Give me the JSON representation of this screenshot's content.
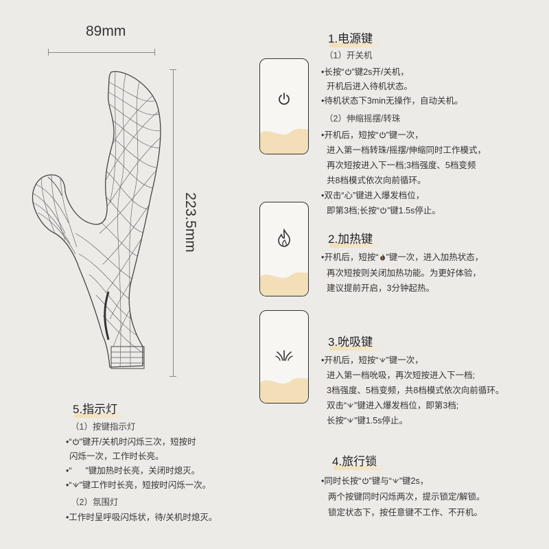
{
  "dimensions": {
    "width": "89mm",
    "height": "223.5mm"
  },
  "sections": {
    "power": {
      "title": "1.电源键",
      "lines": [
        "（1）开关机",
        "•长按“",
        "”键2s开/关机，",
        "开机后进入待机状态。",
        "•待机状态下3min无操作，自动关机。",
        "（2）伸缩摇摆/转珠",
        "•开机后，短按“",
        "”键一次，",
        "进入第一档转珠/摇摆/伸缩同时工作模式，",
        "再次短按进入下一档;3档强度、5档变频",
        "共8档模式依次向前循环。",
        "•双击“心”键进入爆发档位，",
        "即第3档;长按“",
        "”键1.5s停止。"
      ]
    },
    "heat": {
      "title": "2.加热键",
      "lines": [
        "•开机后，短按“",
        "”键一次，进入加热状态，",
        "再次短按则关闭加热功能。为更好体验，",
        "建议提前开启，3分钟起热。"
      ]
    },
    "suction": {
      "title": "3.吮吸键",
      "lines": [
        "•开机后，短按“",
        "”键一次，",
        "进入第一档吮吸，再次短按进入下一档;",
        "3档强度、5档变频，共8档模式依次向前循环。",
        "双击“",
        "”键进入爆发档位，即第3档;",
        "长按“",
        "”键1.5s停止。"
      ]
    },
    "lock": {
      "title": "4.旅行锁",
      "lines": [
        "•同时长按“",
        "”键与“",
        "”键2s，",
        "两个按键同时闪烁两次，提示锁定/解锁。",
        "锁定状态下，按任意键不工作、不开机。"
      ]
    },
    "indicator": {
      "title": "5.指示灯",
      "lines": [
        "（1）按键指示灯",
        "•“",
        "”键开/关机时闪烁三次，短按时",
        "闪烁一次，工作时长亮。",
        "•“",
        "”键加热时长亮，关闭时熄灭。",
        "•“",
        "”键工作时长亮，短按时闪烁一次。",
        "（2）氛围灯",
        "•工作时呈呼吸闪烁状，待/关机时熄灭。"
      ]
    }
  },
  "icons": [
    "power-icon",
    "flame-icon",
    "suction-icon",
    "small-flame-icon"
  ],
  "colors": {
    "accent": "#f2dfb8",
    "ink": "#333333",
    "background": "#ecebe8"
  }
}
